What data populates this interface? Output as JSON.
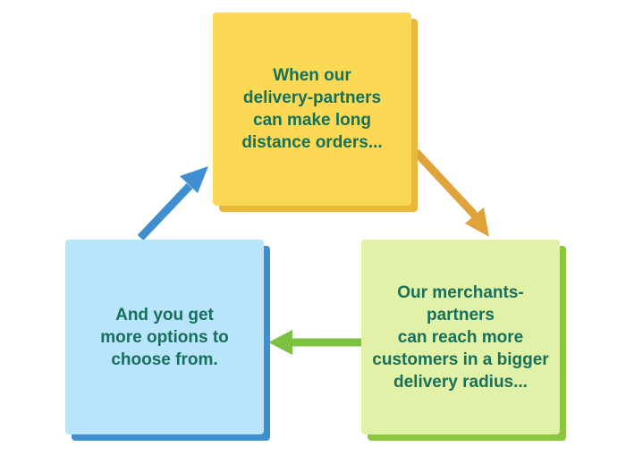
{
  "boxes": {
    "top": {
      "text": "When our\ndelivery-partners\ncan make long\ndistance orders..."
    },
    "right": {
      "text": "Our merchants-\npartners\ncan reach more\ncustomers in a bigger\ndelivery radius..."
    },
    "left": {
      "text": "And you get\nmore options to\nchoose from."
    }
  },
  "colors": {
    "top_box": "#fbd955",
    "right_box": "#e1f1a8",
    "left_box": "#b8e5fb",
    "text": "#17705a",
    "arrow_top_to_right": "#e0a23a",
    "arrow_right_to_left": "#7cc142",
    "arrow_left_to_top": "#3f8fd0"
  }
}
